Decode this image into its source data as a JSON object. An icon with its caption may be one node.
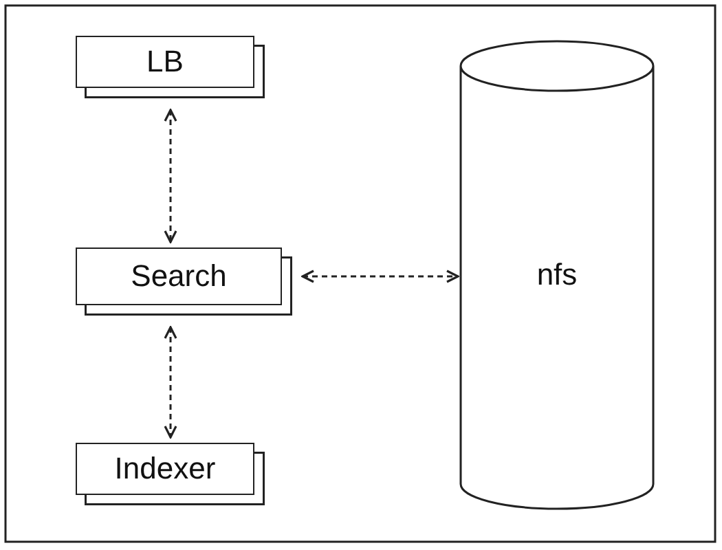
{
  "diagram": {
    "nodes": [
      {
        "text": [
          "LB"
        ]
      },
      {
        "text": [
          "Search"
        ]
      },
      {
        "text": [
          "Indexer"
        ]
      },
      {
        "text": [
          "nfs"
        ]
      }
    ],
    "edges": [
      {
        "from": 0,
        "to": 1,
        "arrow": "both",
        "style": "dashed"
      },
      {
        "from": 1,
        "to": 3,
        "arrow": "both",
        "style": "dashed"
      },
      {
        "from": 1,
        "to": 2,
        "arrow": "both",
        "style": "dashed"
      }
    ]
  }
}
